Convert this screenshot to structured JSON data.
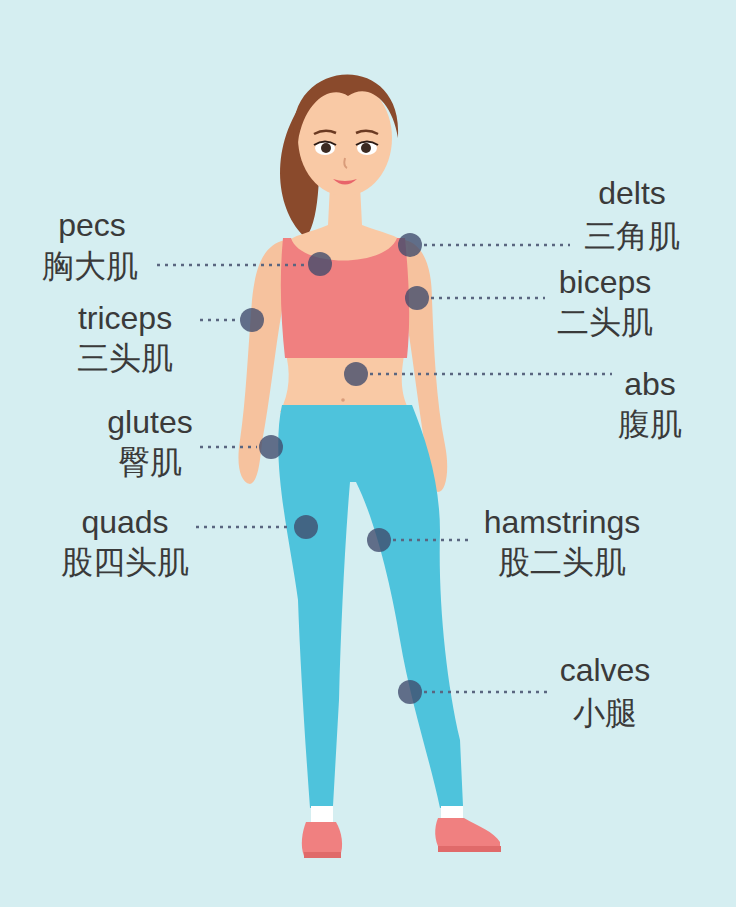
{
  "diagram": {
    "labels": [
      "pecs",
      "胸大肌",
      "triceps",
      "三头肌",
      "glutes",
      "臀肌",
      "quads",
      "股四头肌",
      "delts",
      "三角肌",
      "biceps",
      "二头肌",
      "abs",
      "腹肌",
      "hamstrings",
      "股二头肌",
      "calves",
      "小腿"
    ]
  }
}
